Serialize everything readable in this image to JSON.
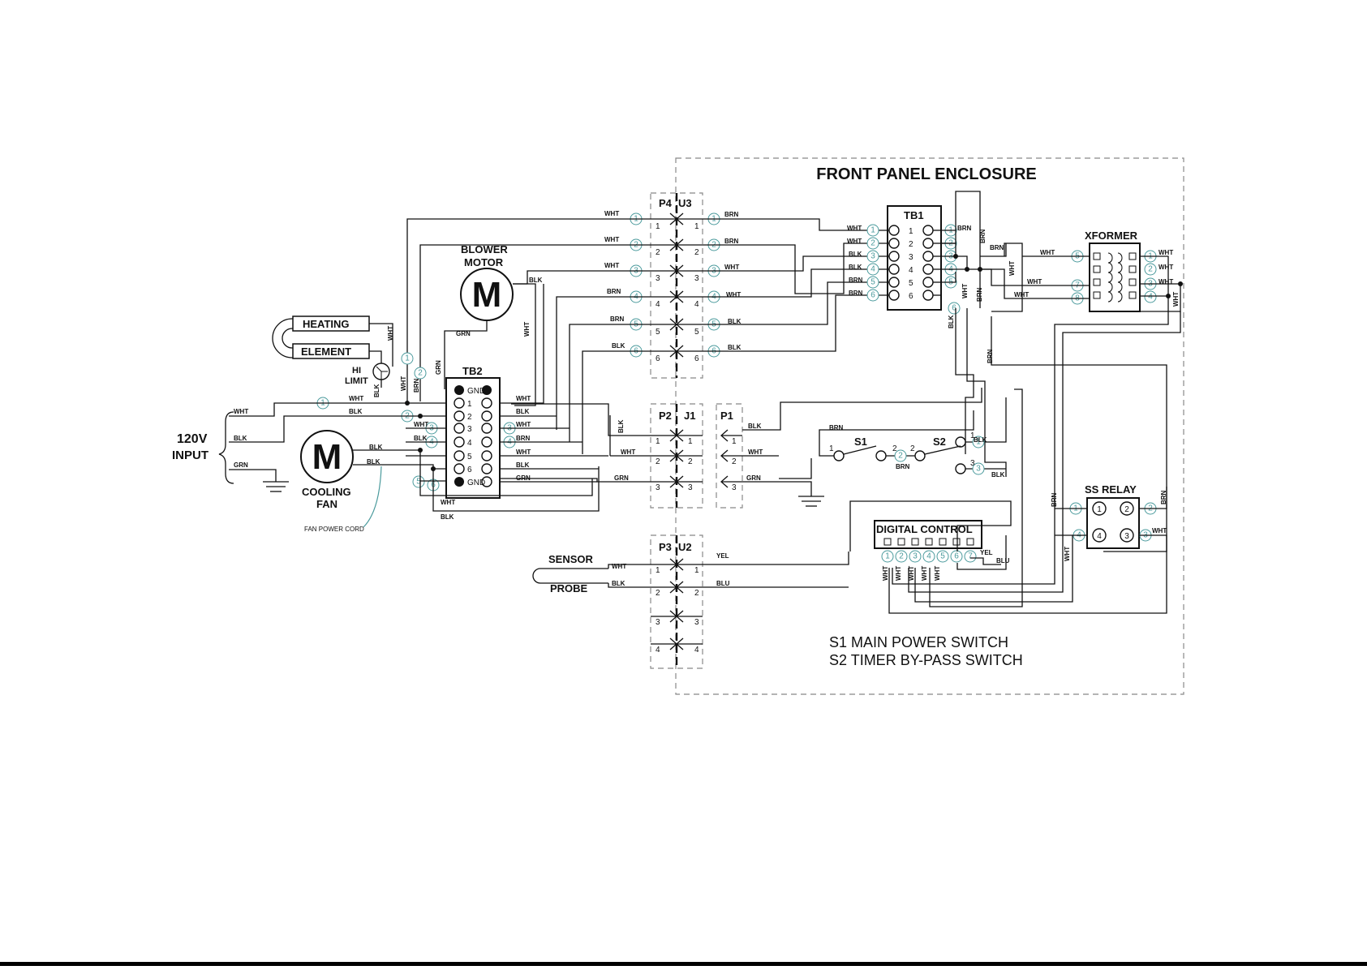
{
  "title": "FRONT PANEL ENCLOSURE",
  "input": {
    "voltage": "120V",
    "label": "INPUT"
  },
  "components": {
    "heating": "HEATING",
    "element": "ELEMENT",
    "hi": "HI",
    "limit": "LIMIT",
    "blower1": "BLOWER",
    "blower2": "MOTOR",
    "motor_symbol": "M",
    "cooling1": "COOLING",
    "cooling2": "FAN",
    "fan_cord": "FAN POWER CORD",
    "tb1": "TB1",
    "tb2": "TB2",
    "gnd": "GND",
    "xformer": "XFORMER",
    "ss_relay": "SS RELAY",
    "digital_control": "DIGITAL CONTROL",
    "sensor": "SENSOR",
    "probe": "PROBE",
    "s1": "S1",
    "s2": "S2"
  },
  "connectors": {
    "p4": "P4",
    "u3": "U3",
    "p2": "P2",
    "j1": "J1",
    "p1": "P1",
    "p3": "P3",
    "u2": "U2"
  },
  "wire_colors": {
    "wht": "WHT",
    "blk": "BLK",
    "brn": "BRN",
    "grn": "GRN",
    "yel": "YEL",
    "blu": "BLU"
  },
  "legend": [
    "S1 MAIN POWER SWITCH",
    "S2 TIMER BY-PASS SWITCH"
  ],
  "colors": {
    "line": "#111111",
    "terminal_teal": "#4a9a9c",
    "enclosure_dash": "#888888"
  }
}
